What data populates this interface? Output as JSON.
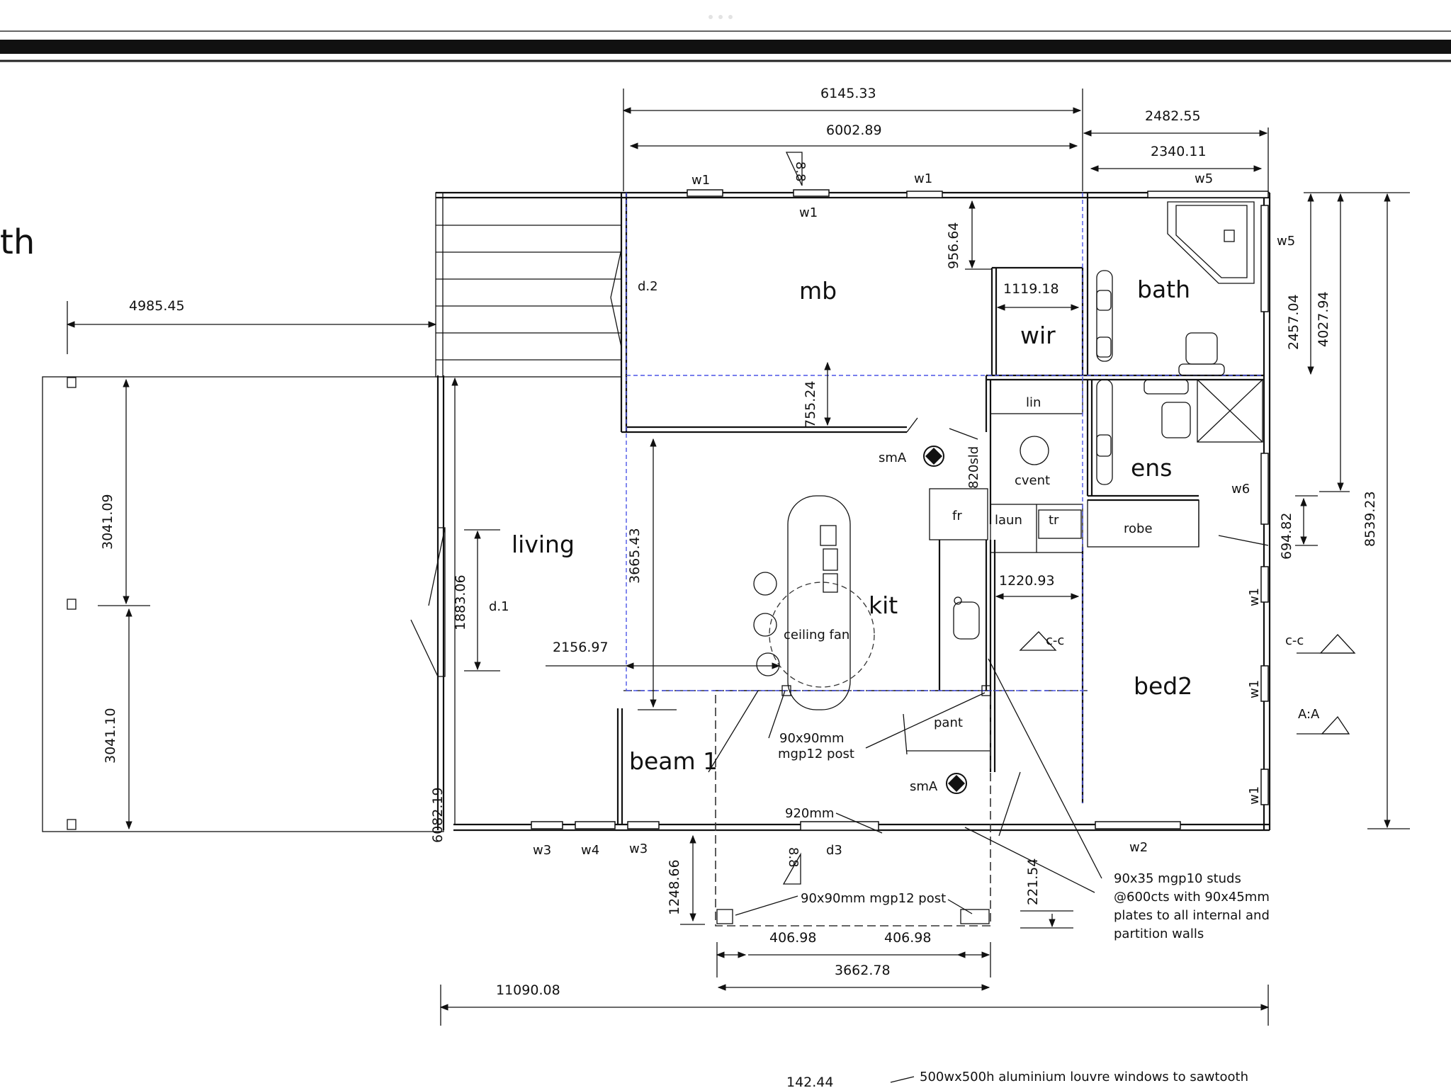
{
  "window": {
    "title": ""
  },
  "plan": {
    "left_partial_text": "th",
    "rooms": {
      "mb": "mb",
      "bath": "bath",
      "wir": "wir",
      "lin": "lin",
      "ens": "ens",
      "cvent": "cvent",
      "fr": "fr",
      "laun": "laun",
      "tr": "tr",
      "robe": "robe",
      "living": "living",
      "kit": "kit",
      "ceiling_fan": "ceiling fan",
      "bed2": "bed2",
      "pant": "pant",
      "beam1": "beam 1"
    },
    "dimensions": {
      "top1": "6145.33",
      "top2": "6002.89",
      "top3": "2482.55",
      "top4": "2340.11",
      "left_deck": "4985.45",
      "mb_depth": "956.64",
      "wir_w": "1119.18",
      "bath_h1": "2457.04",
      "bath_h2": "4027.94",
      "overall_h": "8539.23",
      "hall": "755.24",
      "living_h": "3665.43",
      "deck_h1": "3041.09",
      "deck_h2": "3041.10",
      "door_h": "1883.06",
      "side_total": "6082.19",
      "kit_w": "1220.93",
      "robe_h": "694.82",
      "beam_x": "2156.97",
      "porch_h": "1248.66",
      "step_h": "221.54",
      "post_off1": "406.98",
      "post_off2": "406.98",
      "porch_w": "3662.78",
      "overall_w": "11090.08",
      "small_bottom": "142.44",
      "d3_w": "920mm"
    },
    "windows": {
      "w1": "w1",
      "w2": "w2",
      "w3": "w3",
      "w4": "w4",
      "w5": "w5",
      "w6": "w6"
    },
    "doors": {
      "d1": "d.1",
      "d2": "d.2",
      "d3": "d3"
    },
    "symbols": {
      "sma": "smA",
      "cc": "c-c",
      "aa": "A:A",
      "d20": "820sld",
      "d88": "8.8"
    },
    "notes": {
      "post": "90x90mm",
      "post2": "mgp12 post",
      "porch_post": "90x90mm mgp12 post",
      "studs": [
        "90x35 mgp10 studs",
        "@600cts with 90x45mm",
        "plates to all internal and",
        "partition walls"
      ],
      "louvre": "500wx500h aluminium louvre windows to sawtooth"
    }
  }
}
